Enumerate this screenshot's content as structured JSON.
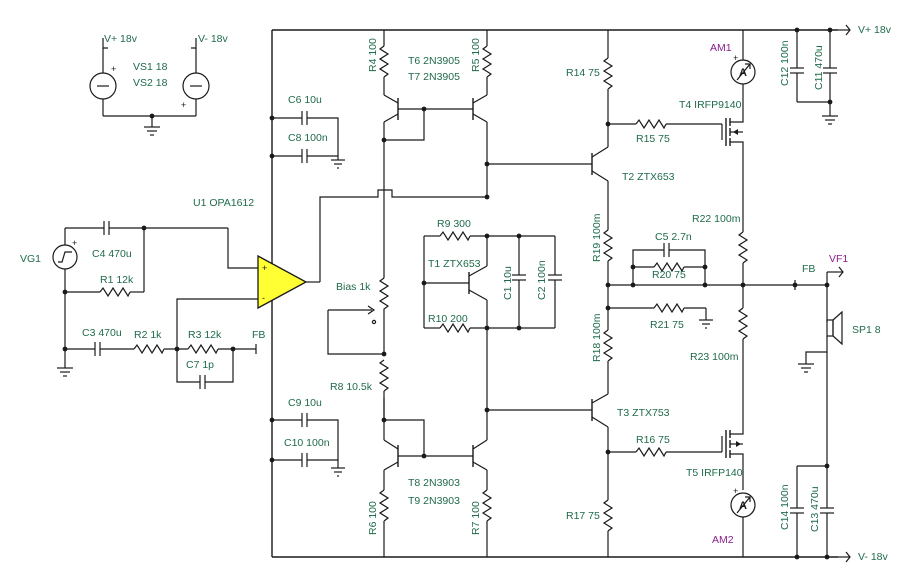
{
  "colors": {
    "wire": "#1a1a1a",
    "label": "#1f6b4a",
    "meter": "#8a1f8a",
    "opamp_fill": "#ffff33",
    "meter_fill": "#ffffff"
  },
  "rails": {
    "vplus": "V+ 18v",
    "vminus": "V- 18v",
    "vplus_src": "V+ 18v",
    "vminus_src": "V- 18v",
    "vs1": "VS1 18",
    "vs2": "VS2 18"
  },
  "input": {
    "vg1": "VG1",
    "c4": "C4 470u",
    "r1": "R1 12k",
    "c3": "C3 470u",
    "r2": "R2 1k",
    "r3": "R3 12k",
    "c7": "C7 1p",
    "fb": "FB",
    "u1": "U1 OPA1612"
  },
  "bias": {
    "c6": "C6 10u",
    "c8": "C8 100n",
    "c9": "C9 10u",
    "c10": "C10 100n",
    "bias": "Bias 1k",
    "r8": "R8 10.5k"
  },
  "mirror": {
    "r4": "R4 100",
    "r5": "R5 100",
    "t6": "T6 2N3905",
    "t7": "T7 2N3905",
    "r6": "R6 100",
    "r7": "R7 100",
    "t8": "T8 2N3903",
    "t9": "T9 2N3903"
  },
  "vbe": {
    "r9": "R9 300",
    "t1": "T1 ZTX653",
    "c1": "C1 10u",
    "c2": "C2 100n",
    "r10": "R10 200"
  },
  "driver": {
    "r14": "R14 75",
    "t2": "T2 ZTX653",
    "r15": "R15 75",
    "t4": "T4 IRFP9140",
    "r19": "R19 100m",
    "c5": "C5 2.7n",
    "r20": "R20 75",
    "r18": "R18 100m",
    "r21": "R21 75",
    "t3": "T3 ZTX753",
    "r16": "R16 75",
    "t5": "T5 IRFP140",
    "r17": "R17 75"
  },
  "output": {
    "am1": "AM1",
    "am2": "AM2",
    "meter_symbol": "A",
    "c12": "C12 100n",
    "c11": "C11 470u",
    "c14": "C14 100n",
    "c13": "C13 470u",
    "r22": "R22 100m",
    "r23": "R23 100m",
    "fb": "FB",
    "vf1": "VF1",
    "sp1": "SP1 8"
  }
}
